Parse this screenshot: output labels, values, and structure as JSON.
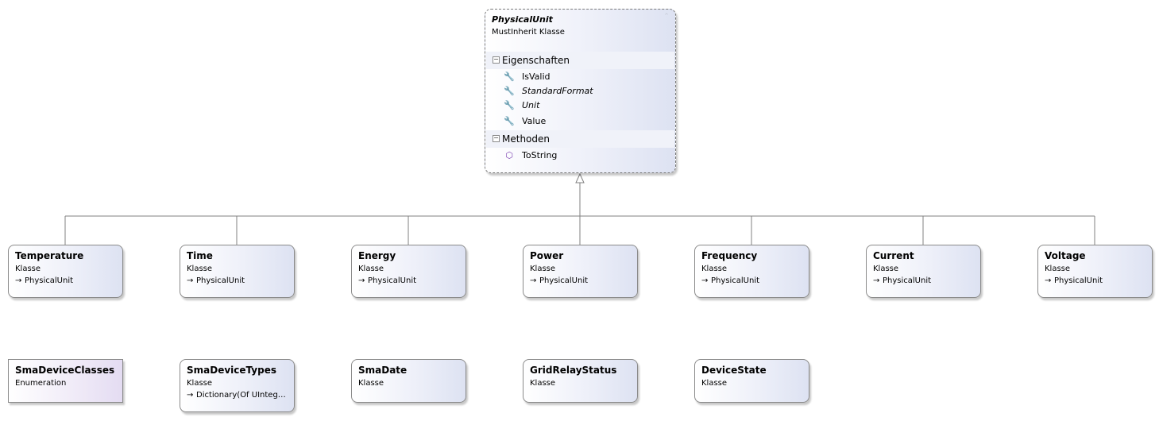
{
  "base_class": {
    "name": "PhysicalUnit",
    "kind": "MustInherit Klasse",
    "sections": [
      {
        "label": "Eigenschaften",
        "members": [
          {
            "name": "IsValid",
            "icon": "wrench-icon",
            "italic": false
          },
          {
            "name": "StandardFormat",
            "icon": "wrench-star-icon",
            "italic": true
          },
          {
            "name": "Unit",
            "icon": "wrench-icon",
            "italic": true
          },
          {
            "name": "Value",
            "icon": "wrench-icon",
            "italic": false
          }
        ]
      },
      {
        "label": "Methoden",
        "members": [
          {
            "name": "ToString",
            "icon": "method-cube-icon",
            "italic": false
          }
        ]
      }
    ]
  },
  "derived_classes": [
    {
      "name": "Temperature",
      "kind": "Klasse",
      "base": "PhysicalUnit"
    },
    {
      "name": "Time",
      "kind": "Klasse",
      "base": "PhysicalUnit"
    },
    {
      "name": "Energy",
      "kind": "Klasse",
      "base": "PhysicalUnit"
    },
    {
      "name": "Power",
      "kind": "Klasse",
      "base": "PhysicalUnit"
    },
    {
      "name": "Frequency",
      "kind": "Klasse",
      "base": "PhysicalUnit"
    },
    {
      "name": "Current",
      "kind": "Klasse",
      "base": "PhysicalUnit"
    },
    {
      "name": "Voltage",
      "kind": "Klasse",
      "base": "PhysicalUnit"
    }
  ],
  "other_types": [
    {
      "name": "SmaDeviceClasses",
      "kind": "Enumeration"
    },
    {
      "name": "SmaDeviceTypes",
      "kind": "Klasse",
      "base": "Dictionary(Of UInteger, ...)"
    },
    {
      "name": "SmaDate",
      "kind": "Klasse"
    },
    {
      "name": "GridRelayStatus",
      "kind": "Klasse"
    },
    {
      "name": "DeviceState",
      "kind": "Klasse"
    }
  ],
  "colors": {
    "connector": "#808080",
    "method_icon": "#7a3fb0"
  }
}
